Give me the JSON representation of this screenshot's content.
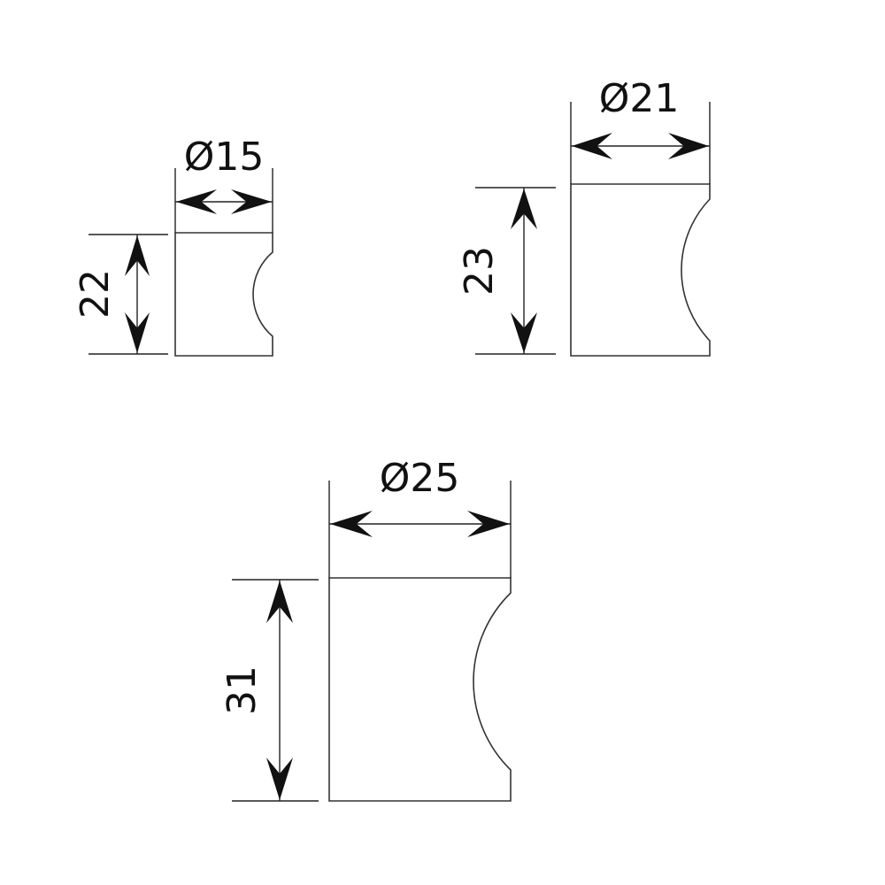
{
  "parts": [
    {
      "id": "small",
      "diameter_label": "Ø15",
      "height_label": "22",
      "diameter": 15,
      "height": 22
    },
    {
      "id": "medium",
      "diameter_label": "Ø21",
      "height_label": "23",
      "diameter": 21,
      "height": 23
    },
    {
      "id": "large",
      "diameter_label": "Ø25",
      "height_label": "31",
      "diameter": 25,
      "height": 31
    }
  ],
  "colors": {
    "line": "#222222",
    "background": "#ffffff"
  }
}
